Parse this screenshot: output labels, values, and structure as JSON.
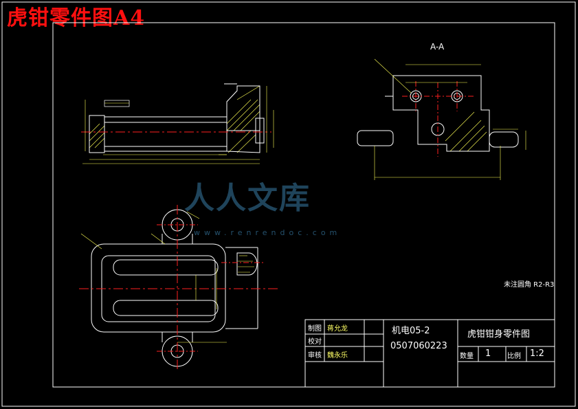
{
  "page_title": "虎钳零件图A4",
  "watermark": {
    "text": "人人文库",
    "url": "www.renrendoc.com"
  },
  "section_label": "A-A",
  "notes": {
    "fillet": "未注圆角 R2-R3"
  },
  "title_block": {
    "row1_label": "制图",
    "row1_name": "蒋允龙",
    "row2_label": "校对",
    "row3_label": "审核",
    "row3_name": "魏永乐",
    "class_label": "机电05-2",
    "student_id": "0507060223",
    "part_name": "虎钳钳身零件图",
    "qty_label": "数量",
    "qty_value": "1",
    "scale_label": "比例",
    "scale_value": "1:2"
  },
  "colors": {
    "outline": "#ffffff",
    "centerline": "#ff2020",
    "dimension": "#ffff55",
    "hatch": "#ffff55",
    "watermark": "#2a5b7a"
  }
}
